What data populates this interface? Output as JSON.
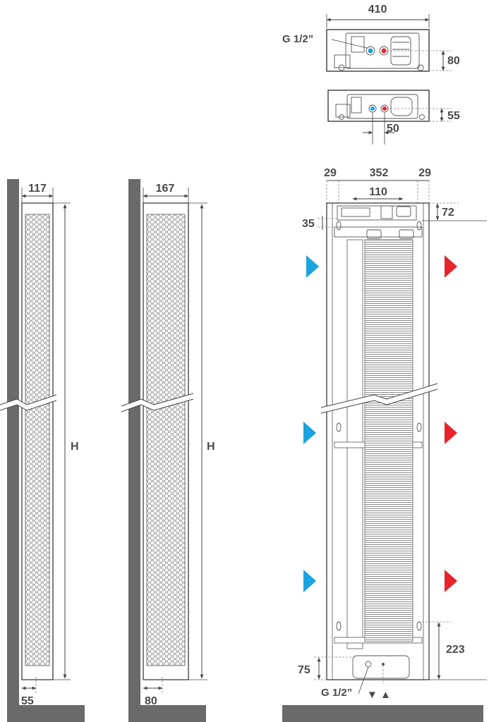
{
  "colors": {
    "wall": "#6a6a6a",
    "outline": "#3c3c3c",
    "cold_arrow": "#1aa3e0",
    "hot_arrow": "#e8232a",
    "dimension_line": "#444444",
    "label": "#4a4a4a"
  },
  "top_view_upper": {
    "width_label": "410",
    "depth_label": "80",
    "thread_label": "G 1/2”"
  },
  "top_view_lower": {
    "depth_label": "55",
    "pipe_spacing_label": "50"
  },
  "side_view_a": {
    "width_label": "117",
    "height_label": "H",
    "offset_label": "55"
  },
  "side_view_b": {
    "width_label": "167",
    "height_label": "H",
    "offset_label": "80"
  },
  "front_view": {
    "left_margin_label": "29",
    "center_width_label": "352",
    "right_margin_label": "29",
    "top_inner_label": "110",
    "top_offset_label": "72",
    "bracket_offset_label": "35",
    "bottom_bracket_label": "223",
    "bottom_connection_label": "75",
    "thread_label": "G 1/2”",
    "flow_markers": "▼ ▲"
  }
}
